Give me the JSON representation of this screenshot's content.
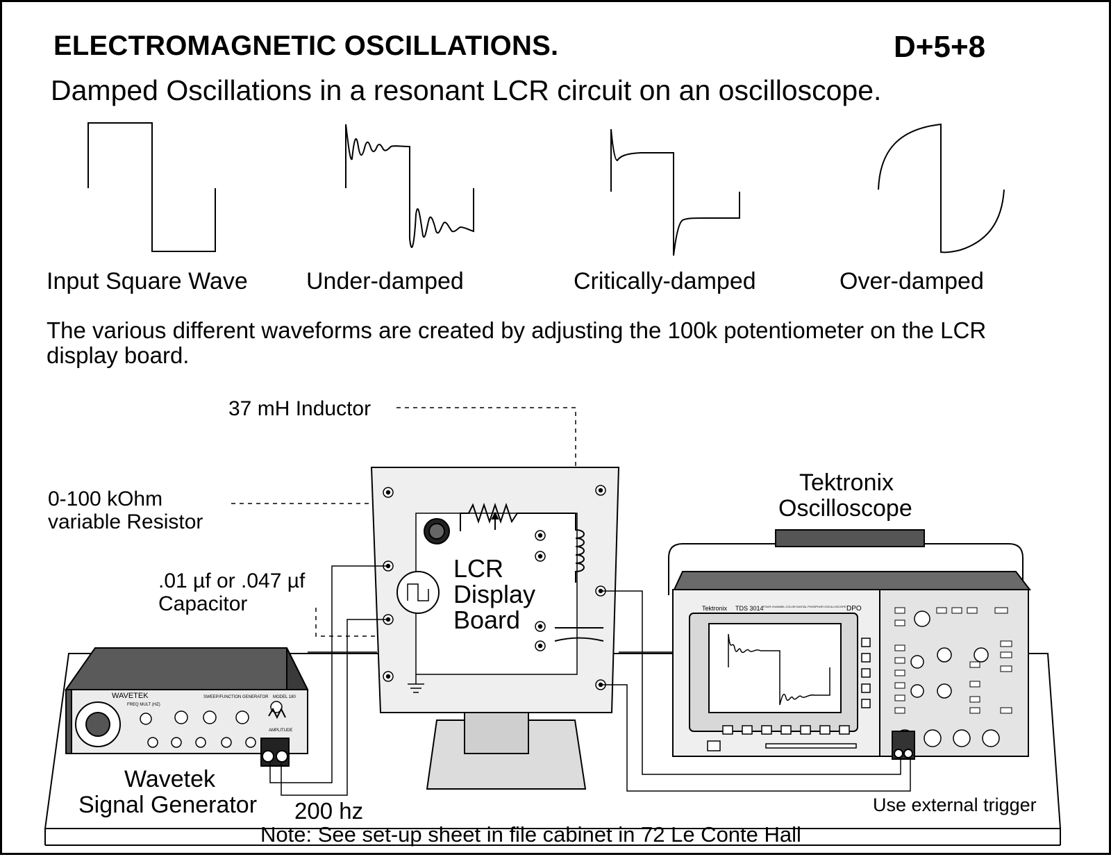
{
  "title": "ELECTROMAGNETIC OSCILLATIONS.",
  "code": "D+5+8",
  "subtitle": "Damped Oscillations in a resonant LCR circuit on an oscilloscope.",
  "waveforms": [
    {
      "label": "Input Square Wave",
      "icon": "square-wave"
    },
    {
      "label": "Under-damped",
      "icon": "underdamped-wave"
    },
    {
      "label": "Critically-damped",
      "icon": "critically-damped-wave"
    },
    {
      "label": "Over-damped",
      "icon": "overdamped-wave"
    }
  ],
  "description": "The various different waveforms are created by adjusting the 100k potentiometer on the LCR display board.",
  "labels": {
    "inductor": "37 mH Inductor",
    "resistor_line1": "0-100 kOhm",
    "resistor_line2": "variable Resistor",
    "capacitor_line1": ".01 µf or .047 µf",
    "capacitor_line2": "Capacitor",
    "lcr_line1": "LCR",
    "lcr_line2": "Display",
    "lcr_line3": "Board",
    "scope_line1": "Tektronix",
    "scope_line2": "Oscilloscope",
    "generator_line1": "Wavetek",
    "generator_line2": "Signal Generator",
    "frequency": "200 hz",
    "trigger": "Use external trigger",
    "note": "Note:  See set-up sheet in file cabinet in 72 Le Conte Hall"
  },
  "device_text": {
    "wavetek_brand": "WAVETEK",
    "wavetek_type": "SWEEP/FUNCTION GENERATOR",
    "wavetek_model": "MODEL 180",
    "wavetek_freq": "FREQ MULT (HZ)",
    "wavetek_amp": "AMPLITUDE",
    "scope_brand": "Tektronix",
    "scope_model": "TDS 3014",
    "scope_desc": "FOUR CHANNEL COLOR DIGITAL PHOSPHOR OSCILLOSCOPE",
    "scope_dpo": "DPO"
  }
}
